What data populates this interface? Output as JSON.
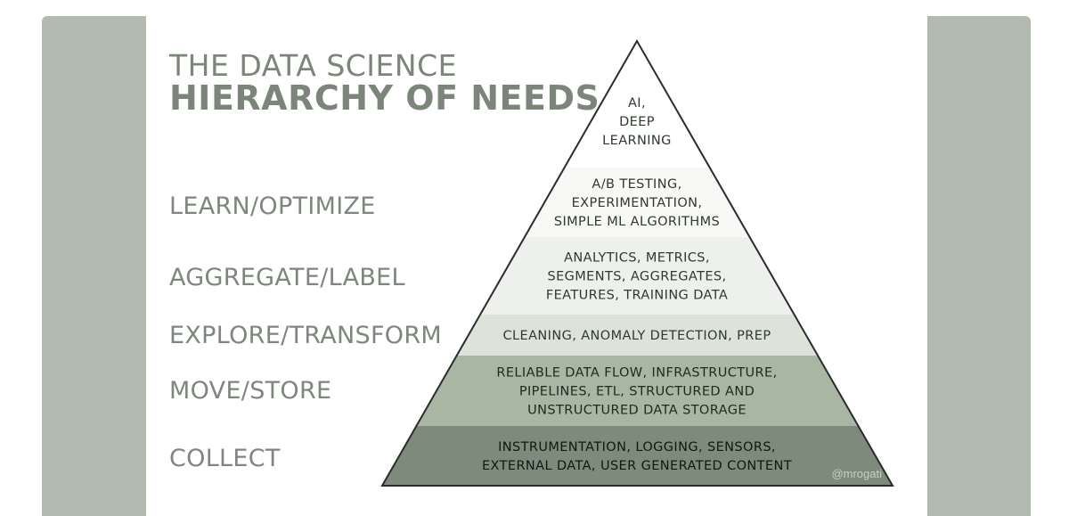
{
  "title": {
    "line1": "THE DATA SCIENCE",
    "line2": "HIERARCHY OF NEEDS"
  },
  "levels": [
    {
      "label": "LEARN/OPTIMIZE"
    },
    {
      "label": "AGGREGATE/LABEL"
    },
    {
      "label": "EXPLORE/TRANSFORM"
    },
    {
      "label": "MOVE/STORE"
    },
    {
      "label": "COLLECT"
    }
  ],
  "tiers": [
    {
      "lines": [
        "AI,",
        "DEEP",
        "LEARNING"
      ],
      "fill": "#ffffff",
      "text_color": "#2f3a2e"
    },
    {
      "lines": [
        "A/B TESTING,",
        "EXPERIMENTATION,",
        "SIMPLE ML ALGORITHMS"
      ],
      "fill": "#f8f8f7",
      "text_color": "#2f3a2e"
    },
    {
      "lines": [
        "ANALYTICS, METRICS,",
        "SEGMENTS, AGGREGATES,",
        "FEATURES, TRAINING DATA"
      ],
      "fill": "#eef0ed",
      "text_color": "#2f3a2e"
    },
    {
      "lines": [
        "CLEANING, ANOMALY DETECTION, PREP"
      ],
      "fill": "#dde2db",
      "text_color": "#2f3a2e"
    },
    {
      "lines": [
        "RELIABLE DATA FLOW, INFRASTRUCTURE,",
        "PIPELINES, ETL, STRUCTURED AND",
        "UNSTRUCTURED DATA STORAGE"
      ],
      "fill": "#a9b6a4",
      "text_color": "#1f281e"
    },
    {
      "lines": [
        "INSTRUMENTATION, LOGGING, SENSORS,",
        "EXTERNAL DATA, USER GENERATED CONTENT"
      ],
      "fill": "#7e8a7b",
      "text_color": "#111811"
    }
  ],
  "credit": "@mrogati",
  "colors": {
    "frame": "#b3bbb1",
    "title": "#7c857a",
    "outline": "#2b2b2b"
  }
}
